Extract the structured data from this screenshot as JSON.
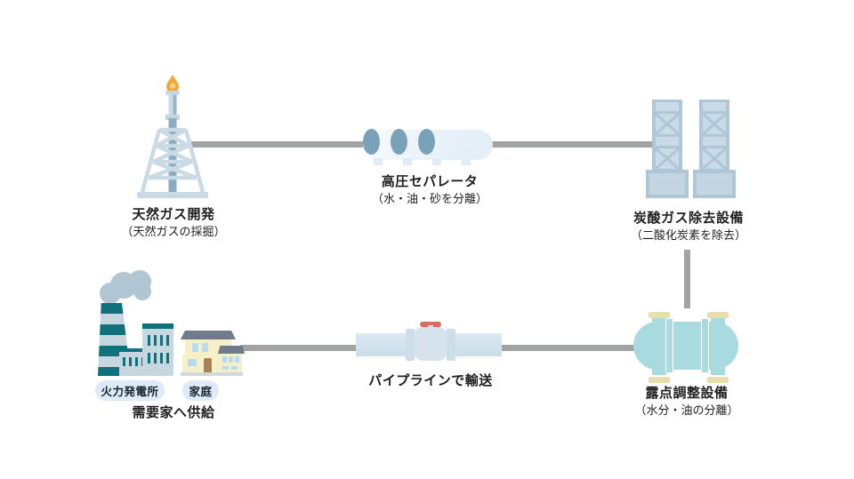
{
  "colors": {
    "connector_gray": "#a2a3a3",
    "steel_light": "#c9dae5",
    "steel_mid": "#aec6d6",
    "panel_light": "#c9dbe7",
    "mast_blue": "#8babbf",
    "port_blue": "#79a2b8",
    "vessel_cyan": "#a8dbe0",
    "flange_cream": "#e9dfab",
    "pipe_blue": "#cbdeea",
    "valve_body": "#d6e3ed",
    "valve_red": "#db6a64",
    "plant_teal": "#10707c",
    "building_wall": "#c7d7e0",
    "smoke_gray": "#b1c6d3",
    "house_roof": "#6f7c88",
    "house_wall": "#f6f0c6",
    "house_window": "#b9dbf1",
    "house_door": "#aa8157",
    "badge_bg": "#dfeaf8",
    "flame_orange": "#f4a63b",
    "text_dark": "#1f1f1f"
  },
  "stations": {
    "development": {
      "label": "天然ガス開発",
      "sub": "（天然ガスの採掘）"
    },
    "separator": {
      "label": "高圧セパレータ",
      "sub": "（水・油・砂を分離）"
    },
    "co2_removal": {
      "label": "炭酸ガス除去設備",
      "sub": "（二酸化炭素を除去）"
    },
    "dew_point": {
      "label": "露点調整設備",
      "sub": "（水分・油の分離）"
    },
    "pipeline": {
      "label": "パイプラインで輸送"
    },
    "supply": {
      "label": "需要家へ供給",
      "badges": [
        {
          "label": "火力発電所"
        },
        {
          "label": "家庭"
        }
      ]
    }
  }
}
